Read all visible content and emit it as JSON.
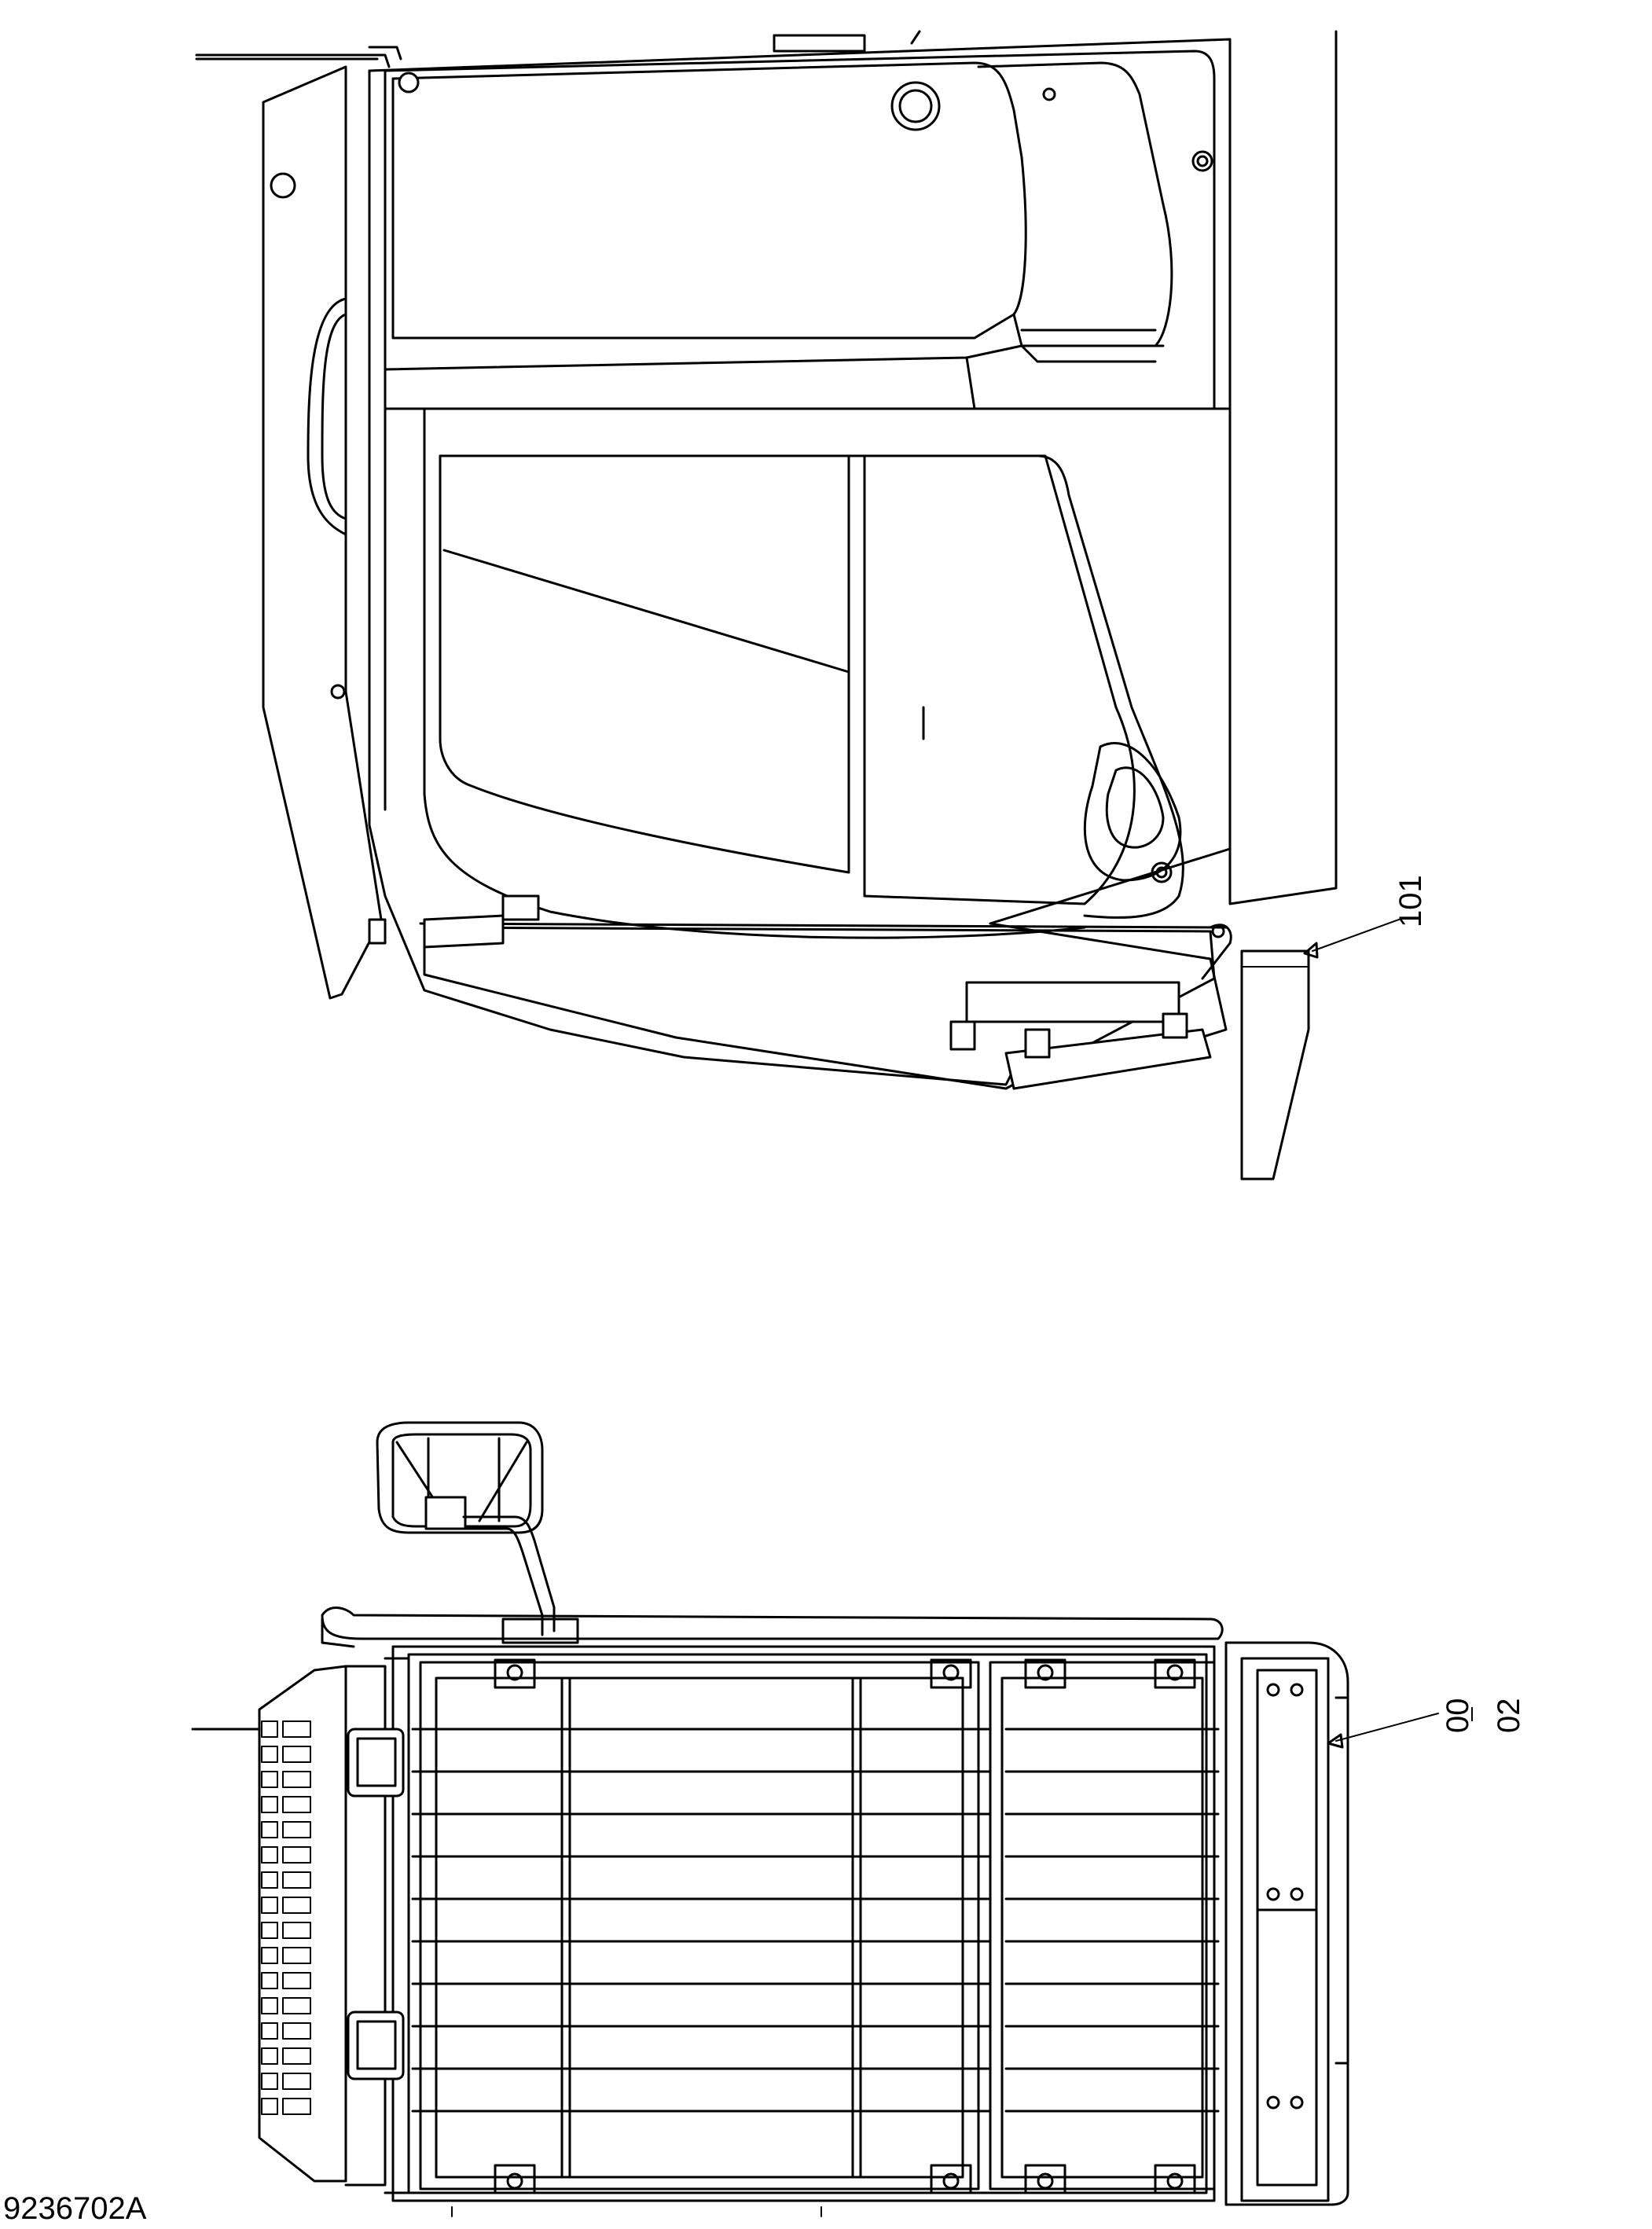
{
  "callouts": {
    "part_101": "101",
    "part_00_02_line1": "00",
    "part_00_02_line2": "02"
  },
  "figure_id": "9236702A"
}
